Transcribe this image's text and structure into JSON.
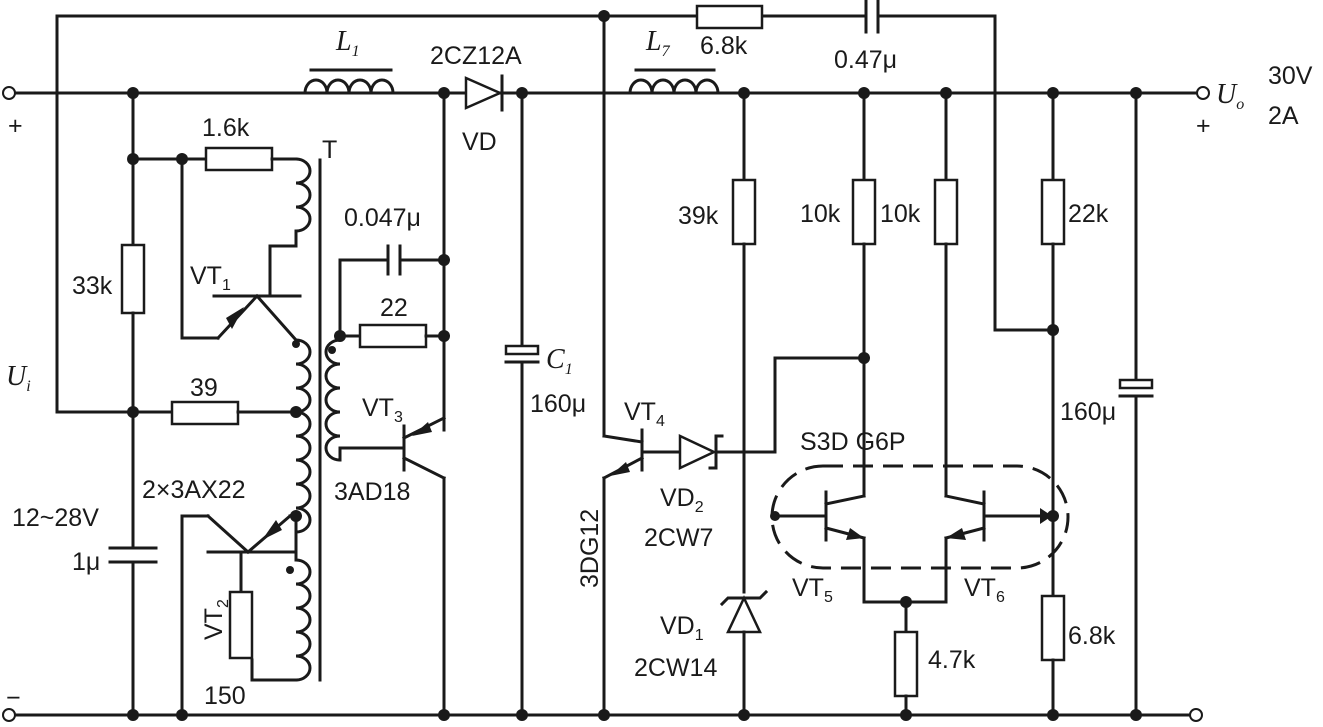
{
  "input": {
    "label": "U",
    "label_sub": "i",
    "range": "12~28V",
    "plus": "+",
    "minus": "−"
  },
  "output": {
    "label": "U",
    "label_sub": "o",
    "voltage": "30V",
    "current": "2A",
    "plus": "+"
  },
  "inductors": {
    "l1": "L",
    "l1_sub": "1",
    "l7": "L",
    "l7_sub": "7"
  },
  "diode_vd": {
    "part": "2CZ12A",
    "name": "VD"
  },
  "transformer": {
    "name": "T"
  },
  "resistors": {
    "r_1_6k": "1.6k",
    "r_33k": "33k",
    "r_39": "39",
    "r_22": "22",
    "r_150": "150",
    "r_6_8k_top": "6.8k",
    "r_39k": "39k",
    "r_10k_a": "10k",
    "r_10k_b": "10k",
    "r_22k": "22k",
    "r_4_7k": "4.7k",
    "r_6_8k_bottom": "6.8k"
  },
  "capacitors": {
    "c_0_047": "0.047μ",
    "c1": "C",
    "c1_sub": "1",
    "c1_value": "160μ",
    "c_0_47": "0.47μ",
    "c_out": "160μ",
    "c_in": "1μ"
  },
  "transistors": {
    "vt1": "VT",
    "vt1_sub": "1",
    "vt2": "VT",
    "vt2_sub": "2",
    "vt12_part": "2×3AX22",
    "vt3": "VT",
    "vt3_sub": "3",
    "vt3_part": "3AD18",
    "vt4": "VT",
    "vt4_sub": "4",
    "vt4_part": "3DG12",
    "vt5": "VT",
    "vt5_sub": "5",
    "vt6": "VT",
    "vt6_sub": "6",
    "pair_part": "S3D G6P"
  },
  "zeners": {
    "vd1": "VD",
    "vd1_sub": "1",
    "vd1_part": "2CW14",
    "vd2": "VD",
    "vd2_sub": "2",
    "vd2_part": "2CW7"
  }
}
